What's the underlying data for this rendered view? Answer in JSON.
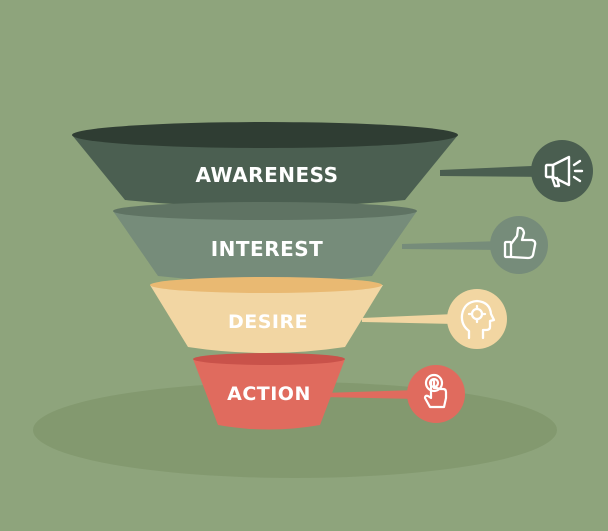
{
  "colors": {
    "background": "#8ea47c",
    "shadow": "#82986f",
    "awareness": "#4a5e50",
    "awareness_top": "#2f3d33",
    "interest": "#768c7a",
    "interest_top": "#5d7161",
    "desire": "#f2d6a2",
    "desire_top": "#e9b972",
    "action": "#e06b5e",
    "action_top": "#c9524a"
  },
  "funnel": {
    "stages": [
      {
        "label": "AWARENESS",
        "icon": "megaphone-icon"
      },
      {
        "label": "INTEREST",
        "icon": "thumbs-up-icon"
      },
      {
        "label": "DESIRE",
        "icon": "head-idea-icon"
      },
      {
        "label": "ACTION",
        "icon": "pointer-click-icon"
      }
    ]
  }
}
